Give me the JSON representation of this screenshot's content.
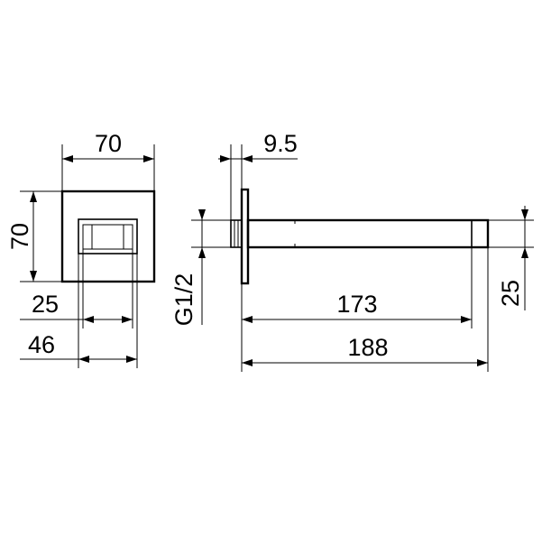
{
  "front_view": {
    "width_label": "70",
    "height_label": "70",
    "inner_width_label": "25",
    "overall_label": "46"
  },
  "side_view": {
    "flange_label": "9.5",
    "thread_label": "G1/2",
    "spout_length_label": "173",
    "total_length_label": "188",
    "spout_height_label": "25"
  }
}
